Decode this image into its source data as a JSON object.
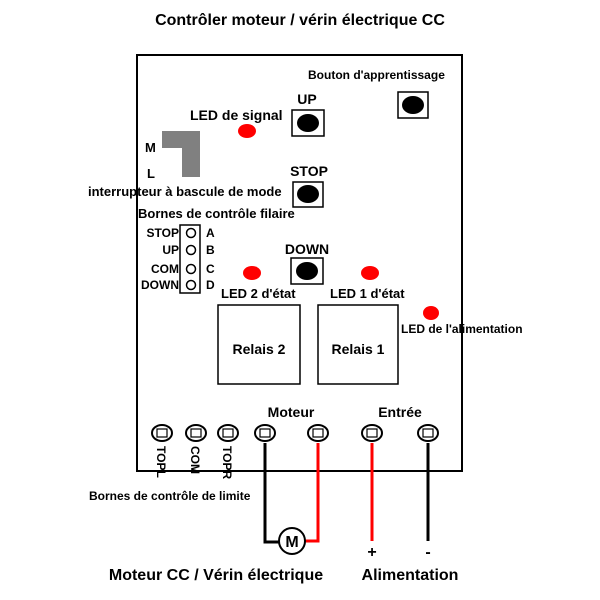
{
  "title": "Contrôler moteur / vérin électrique CC",
  "labels": {
    "learn_button": "Bouton d'apprentissage",
    "signal_led": "LED de signal",
    "up": "UP",
    "stop": "STOP",
    "down": "DOWN",
    "mode_m": "M",
    "mode_l": "L",
    "mode_switch": "interrupteur à bascule de mode",
    "wired_terminals": "Bornes de contrôle filaire",
    "led2": "LED 2 d'état",
    "led1": "LED 1 d'état",
    "power_led": "LED de l'alimentation",
    "relay2": "Relais 2",
    "relay1": "Relais 1",
    "motor": "Moteur",
    "input": "Entrée",
    "limit_terminals": "Bornes de contrôle de limite",
    "motor_symbol": "M",
    "plus": "+",
    "minus": "-",
    "bottom_motor": "Moteur CC / Vérin électrique",
    "bottom_power": "Alimentation"
  },
  "wired_terminals": [
    {
      "name": "STOP",
      "letter": "A"
    },
    {
      "name": "UP",
      "letter": "B"
    },
    {
      "name": "COM",
      "letter": "C"
    },
    {
      "name": "DOWN",
      "letter": "D"
    }
  ],
  "limit_terminals": [
    "TOPL",
    "COM",
    "TOPR"
  ],
  "colors": {
    "led": "#ff0000",
    "wire_positive": "#ff0000",
    "wire_negative": "#000000",
    "switch": "#808080"
  }
}
